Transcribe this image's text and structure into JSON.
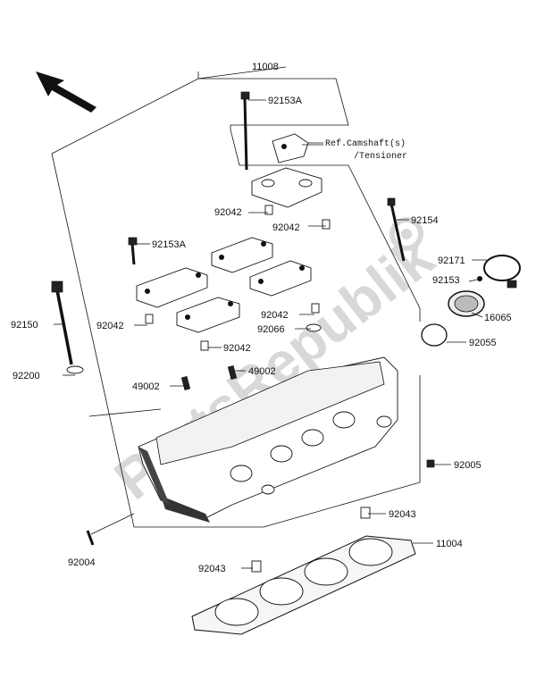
{
  "diagram": {
    "callouts": {
      "c11008": "11008",
      "c92153A_top": "92153A",
      "ref_line1": "Ref.Camshaft(s)",
      "ref_line2": "/Tensioner",
      "c92042_a": "92042",
      "c92042_b": "92042",
      "c92154": "92154",
      "c92153A_left": "92153A",
      "c92171": "92171",
      "c92153": "92153",
      "c16065": "16065",
      "c92150": "92150",
      "c92042_c": "92042",
      "c92042_d": "92042",
      "c92066": "92066",
      "c92055": "92055",
      "c92042_e": "92042",
      "c92200": "92200",
      "c49002_a": "49002",
      "c49002_b": "49002",
      "c92005": "92005",
      "c92043_a": "92043",
      "c92004": "92004",
      "c11004": "11004",
      "c92043_b": "92043"
    },
    "watermark": "PartsRepublik",
    "orientation_arrow_icon": "front-arrow-icon"
  }
}
